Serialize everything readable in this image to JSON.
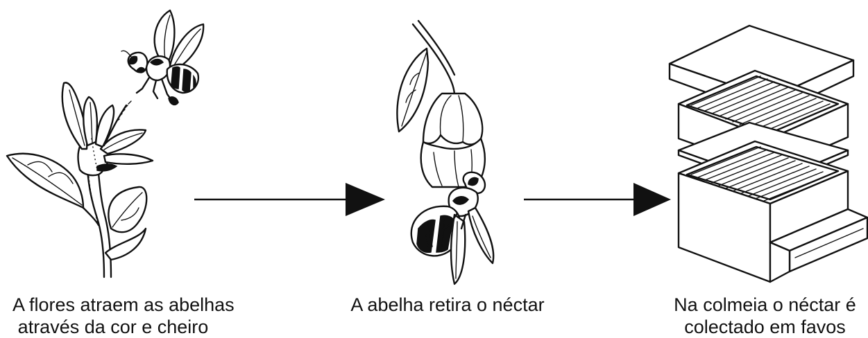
{
  "steps": [
    {
      "caption_line1": "A flores atraem as abelhas",
      "caption_line2": "através da cor e cheiro"
    },
    {
      "caption_line1": "A abelha retira o néctar",
      "caption_line2": ""
    },
    {
      "caption_line1": "Na colmeia o néctar é",
      "caption_line2": "colectado em favos"
    }
  ],
  "icons": [
    "flower-and-bee-illustration",
    "bee-on-flower-illustration",
    "beehive-box-illustration",
    "arrow-right-icon"
  ],
  "colors": {
    "ink": "#111111",
    "background": "#ffffff"
  }
}
